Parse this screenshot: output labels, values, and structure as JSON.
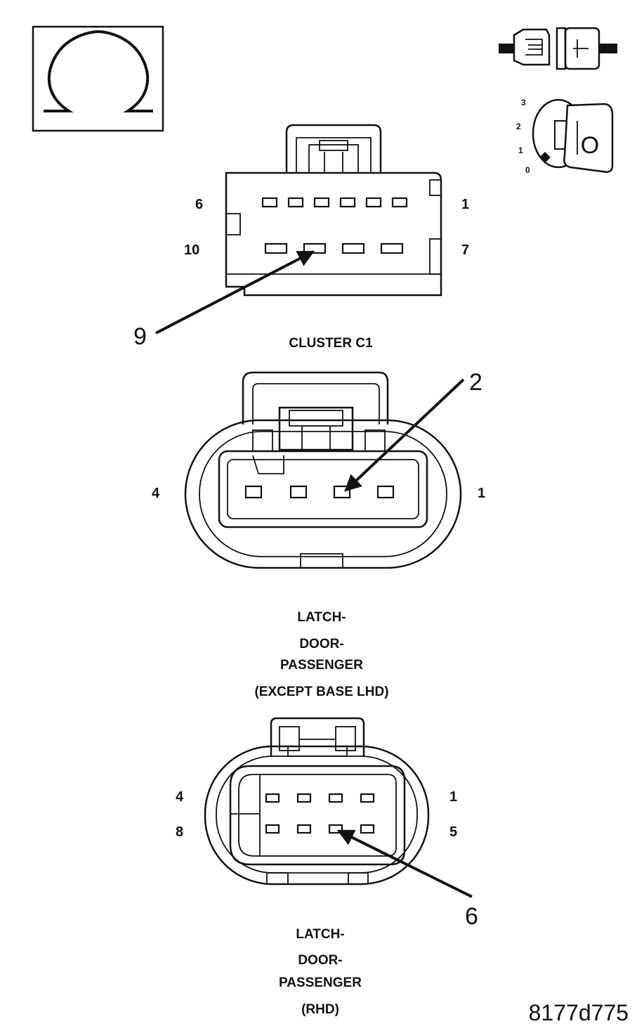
{
  "figure_id": "8177d775",
  "icons": {
    "ohmmeter": "ohm-symbol-icon",
    "connector_state": "disconnected-connector-icon",
    "ignition": "ignition-key-off-icon"
  },
  "ignition_positions": [
    "3",
    "2",
    "1",
    "0"
  ],
  "ignition_key_label": "O",
  "connectors": [
    {
      "caption": "CLUSTER C1",
      "pin_labels": {
        "top_left": "6",
        "top_right": "1",
        "bottom_left": "10",
        "bottom_right": "7"
      },
      "callout": "9"
    },
    {
      "caption_lines": [
        "LATCH-",
        "DOOR-",
        "PASSENGER",
        "(EXCEPT BASE LHD)"
      ],
      "pin_labels": {
        "left": "4",
        "right": "1"
      },
      "callout": "2"
    },
    {
      "caption_lines": [
        "LATCH-",
        "DOOR-",
        "PASSENGER",
        "(RHD)"
      ],
      "pin_labels": {
        "top_left": "4",
        "top_right": "1",
        "bottom_left": "8",
        "bottom_right": "5"
      },
      "callout": "6"
    }
  ]
}
